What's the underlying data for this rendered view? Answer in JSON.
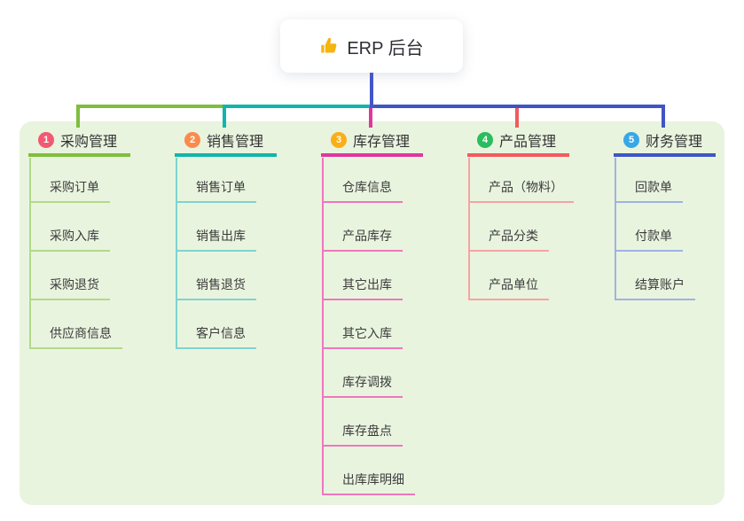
{
  "canvas": {
    "background": "#ffffff",
    "panel_background": "#e9f4df"
  },
  "root": {
    "icon": "thumbs-up-icon",
    "icon_color": "#f6b40e",
    "label": "ERP 后台",
    "connector_color": "#4256c9"
  },
  "branches": [
    {
      "badge": "1",
      "badge_color": "#f25972",
      "label": "采购管理",
      "line_color": "#7fbe3e",
      "sub_line_color": "#b3d989",
      "children": [
        "采购订单",
        "采购入库",
        "采购退货",
        "供应商信息"
      ]
    },
    {
      "badge": "2",
      "badge_color": "#fa8b4c",
      "label": "销售管理",
      "line_color": "#12b5ab",
      "sub_line_color": "#7fd3cd",
      "children": [
        "销售订单",
        "销售出库",
        "销售退货",
        "客户信息"
      ]
    },
    {
      "badge": "3",
      "badge_color": "#fbae17",
      "label": "库存管理",
      "line_color": "#e0379d",
      "sub_line_color": "#ee77bd",
      "children": [
        "仓库信息",
        "产品库存",
        "其它出库",
        "其它入库",
        "库存调拨",
        "库存盘点",
        "出库库明细"
      ]
    },
    {
      "badge": "4",
      "badge_color": "#2abd5e",
      "label": "产品管理",
      "line_color": "#f15b5e",
      "sub_line_color": "#f6a3a4",
      "children": [
        "产品（物料）",
        "产品分类",
        "产品单位"
      ]
    },
    {
      "badge": "5",
      "badge_color": "#38a7e8",
      "label": "财务管理",
      "line_color": "#3f55c5",
      "sub_line_color": "#9fb2e4",
      "children": [
        "回款单",
        "付款单",
        "结算账户"
      ]
    }
  ]
}
